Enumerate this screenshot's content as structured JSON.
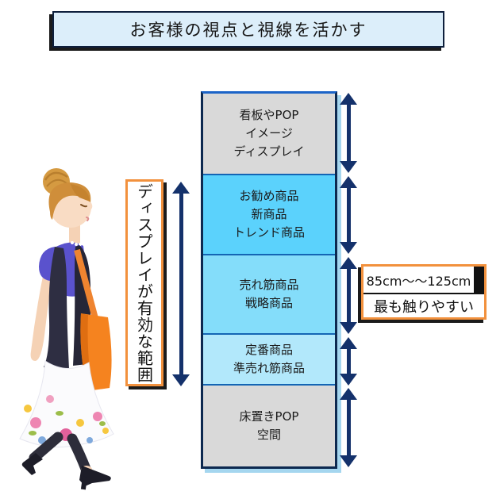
{
  "header": {
    "title": "お客様の視点と視線を活かす"
  },
  "shelf": {
    "sections": [
      {
        "label": "看板やPOP\nイメージ\nディスプレイ",
        "bg": "#d9d9d9"
      },
      {
        "label": "お勧め商品\n新商品\nトレンド商品",
        "bg": "#5bd2fc"
      },
      {
        "label": "売れ筋商品\n戦略商品",
        "bg": "#84ddfa"
      },
      {
        "label": "定番商品\n準売れ筋商品",
        "bg": "#b2e8fb"
      },
      {
        "label": "床置きPOP\n空間",
        "bg": "#d9d9d9"
      }
    ]
  },
  "left_range_label": {
    "text": "ディスプレイが有効な範囲"
  },
  "right_callout": {
    "range": "85cm〜〜125cm",
    "note": "最も触りやすい"
  },
  "colors": {
    "header_bg": "#dceefa",
    "arrow_navy": "#14316b",
    "shelf_border": "#0d2950",
    "divider_blue": "#1465b4",
    "accent_orange": "#f2913d",
    "shelf_shadow_blue": "#a5d6ef"
  },
  "icons": {
    "figure": "woman-shopper-illustration"
  }
}
